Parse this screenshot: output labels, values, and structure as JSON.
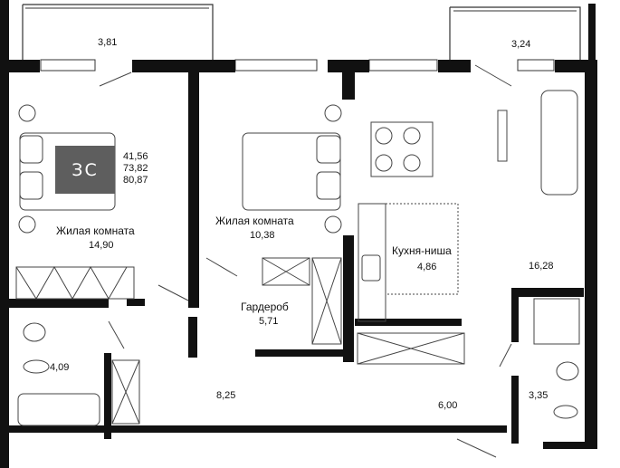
{
  "badge": {
    "logo": "ЗС"
  },
  "summary": {
    "living_area": "41,56",
    "total_area": "73,82",
    "total_with_balcony": "80,87"
  },
  "rooms": {
    "balcony_left": "3,81",
    "balcony_right": "3,24",
    "living_room_1_name": "Жилая комната",
    "living_room_1_area": "14,90",
    "living_room_2_name": "Жилая комната",
    "living_room_2_area": "10,38",
    "kitchen_name": "Кухня-ниша",
    "kitchen_area": "4,86",
    "living_main_area": "16,28",
    "wardrobe_name": "Гардероб",
    "wardrobe_area": "5,71",
    "bathroom_area": "4,09",
    "toilet_area": "3,35",
    "corridor_area": "8,25",
    "hall_area": "6,00"
  },
  "colors": {
    "wall": "#111111",
    "line": "#333333",
    "badge": "#5e5e5e"
  }
}
